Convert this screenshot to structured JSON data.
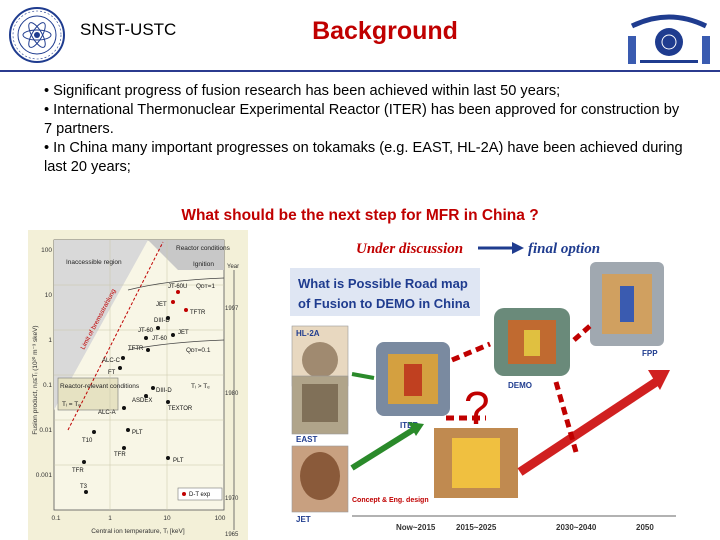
{
  "header": {
    "org": "SNST-USTC",
    "title": "Background"
  },
  "bullets": [
    "• Significant progress of fusion research has been achieved within last 50 years;",
    "• International Thermonuclear Experimental Reactor (ITER) has been approved for construction by 7 partners.",
    "• In China many important progresses on tokamaks (e.g. EAST, HL-2A) have been achieved during last 20 years;"
  ],
  "question": "What should be the next step for MFR in China ?",
  "lawson_figure": {
    "ylabel": "Fusion product, nᵢτᴇTᵢ (10²⁰ m⁻³ skeV)",
    "xlabel": "Central ion temperature, Tᵢ [keV]",
    "y_ticks": [
      "100",
      "10",
      "1",
      "0.1",
      "0.01",
      "0.001"
    ],
    "x_ticks": [
      "0.1",
      "1",
      "10",
      "100"
    ],
    "year_label": "Year",
    "years": [
      "1997",
      "1980",
      "1970",
      "1965"
    ],
    "region_labels": {
      "inaccessible": "Inaccessible region",
      "reactor_conditions": "Reactor conditions",
      "ignition": "Ignition",
      "q1": "Qᴅᴛ=1",
      "q01": "Qᴅᴛ=0.1",
      "bremsstrahlung": "Limit of bremsstrahlung",
      "reactor_relevant": "Reactor-relevant conditions",
      "te_ti": "Tᵢ = Tₑ",
      "ti_te": "Tᵢ > Tₑ"
    },
    "machines": [
      "JT-60U",
      "JET",
      "TFTR",
      "DIII-D",
      "JT-60",
      "ALC-C",
      "FT",
      "TFTR",
      "JT-60",
      "JET",
      "DIII-D",
      "ASDEX",
      "TEXTOR",
      "ALC-A",
      "PLT",
      "T10",
      "TFR",
      "PLT",
      "TFR",
      "T3"
    ],
    "legend": "D-T exp"
  },
  "roadmap_figure": {
    "under_discussion": "Under discussion",
    "final_option": "final option",
    "roadmap_title": "What is Possible Road map of Fusion to DEMO in China",
    "machines": [
      "HL-2A",
      "EAST",
      "ITER",
      "DEMO",
      "FPP",
      "JET"
    ],
    "question_mark": "?",
    "design_label": "Concept & Eng. design",
    "timeline": [
      "Now~2015",
      "2015~2025",
      "2030~2040",
      "2050"
    ]
  }
}
